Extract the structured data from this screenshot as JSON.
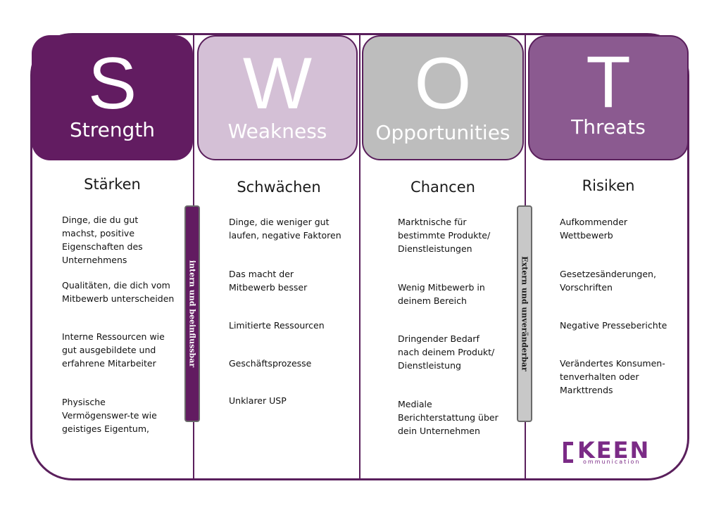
{
  "quadrants": [
    {
      "letter": "S",
      "word": "Strength",
      "subtitle": "Stärken",
      "items": [
        "Dinge, die du  gut machst, positive Eigenschaften des Unternehmens",
        "Qualitäten, die dich vom Mitbewerb unterscheiden",
        "Interne Ressourcen wie gut ausgebildete und erfahrene Mitarbeiter",
        "Physische Vermögenswer-te wie geistiges Eigentum,"
      ]
    },
    {
      "letter": "W",
      "word": "Weakness",
      "subtitle": "Schwächen",
      "items": [
        "Dinge, die weniger gut laufen, negative Faktoren",
        "Das macht der Mitbewerb besser",
        "Limitierte Ressourcen",
        "Geschäftsprozesse",
        "Unklarer USP"
      ]
    },
    {
      "letter": "O",
      "word": "Opportunities",
      "subtitle": "Chancen",
      "items": [
        "Marktnische für bestimmte Produkte/ Dienstleistungen",
        "Wenig Mitbewerb in deinem Bereich",
        "Dringender Bedarf nach deinem Produkt/ Dienstleistung",
        "Mediale Berichterstattung über dein Unternehmen"
      ]
    },
    {
      "letter": "T",
      "word": "Threats",
      "subtitle": "Risiken",
      "items": [
        "Aufkommender Wettbewerb",
        "Gesetzesänderungen, Vorschriften",
        "Negative Presseberichte",
        "Verändertes Konsumen-tenverhalten oder Markttrends"
      ]
    }
  ],
  "side_labels": {
    "internal": "intern  und  beeinflussbar",
    "external": "Extern  und unveränderbar"
  },
  "logo": {
    "word": "KEEN",
    "sub": "ommunication"
  },
  "colors": {
    "strength": "#621c61",
    "weakness": "#d4c0d6",
    "opportunities": "#bdbdbd",
    "threats": "#8b5a90",
    "frame": "#5a1f5c"
  }
}
